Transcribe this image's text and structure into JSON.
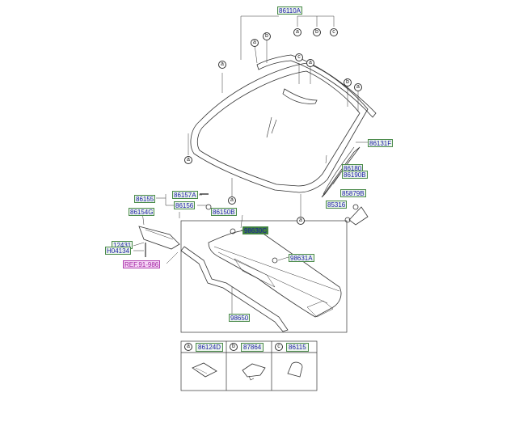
{
  "parts": {
    "p86110A": "86110A",
    "p86131F": "86131F",
    "p86180": "86180",
    "p86190B": "86190B",
    "p85879B": "85879B",
    "p85316": "85316",
    "p86155": "86155",
    "p86157A": "86157A",
    "p86156": "86156",
    "p86154G": "86154G",
    "p86150B": "86150B",
    "p98630C": "98630C",
    "p98631A": "98631A",
    "p12431": "12431",
    "pH04134": "H04134",
    "pRef": "REF.91-986",
    "p98650": "98650"
  },
  "callouts": {
    "a": "a",
    "b": "b",
    "c": "c"
  },
  "legend": {
    "cells": [
      {
        "letter": "a",
        "part": "86124D"
      },
      {
        "letter": "b",
        "part": "87864"
      },
      {
        "letter": "c",
        "part": "86115"
      }
    ]
  },
  "colors": {
    "label_fill": "#eaf5ea",
    "label_border": "#4a8a4a",
    "label_text": "#1a1aa8",
    "ref_fill": "#f6d6f6",
    "ref_text": "#a020a0"
  }
}
